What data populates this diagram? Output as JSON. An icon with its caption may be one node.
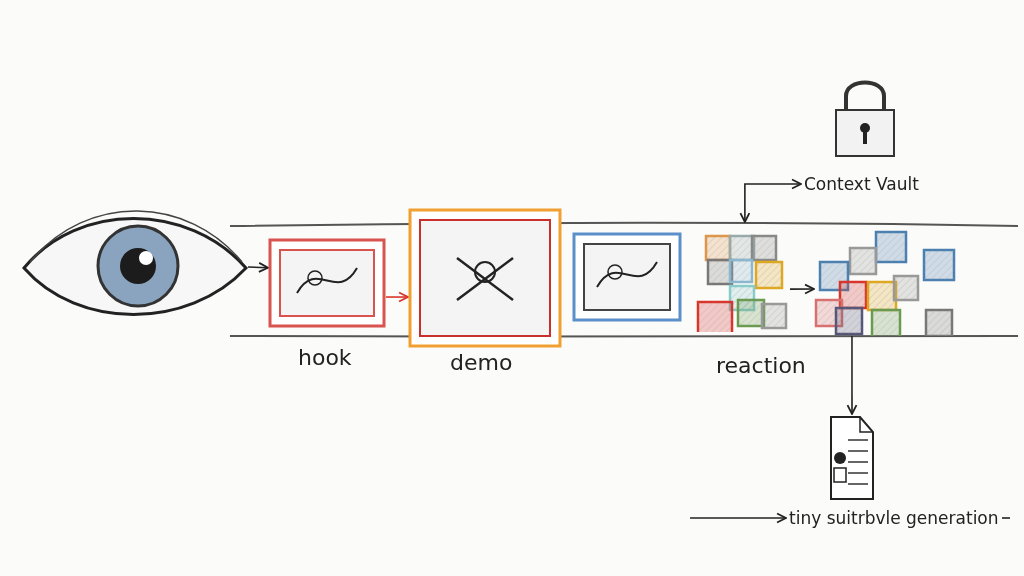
{
  "diagram": {
    "nodes": [
      {
        "text": [],
        "shape": "picture"
      },
      {
        "text": [],
        "shape": "picture",
        "beside": [
          "hook"
        ]
      },
      {
        "text": [],
        "shape": "picture",
        "beside": [
          "demo"
        ]
      },
      {
        "text": [],
        "shape": "picture"
      },
      {
        "text": [],
        "shape": "picture",
        "beside": [
          "reaction"
        ]
      },
      {
        "text": [],
        "shape": "picture"
      },
      {
        "text": [
          "Context Vault"
        ]
      },
      {
        "text": [],
        "shape": "picture"
      },
      {
        "text": [
          "tiny suitrbvle generation"
        ]
      }
    ],
    "edges": [
      {
        "from": 0,
        "to": 1,
        "arrow": "to"
      },
      {
        "from": 1,
        "to": 2,
        "arrow": "to",
        "color": "#d9342b"
      },
      {
        "from": 4,
        "to": 5,
        "arrow": "to"
      },
      {
        "from": 4,
        "to": 6,
        "arrow": "both"
      },
      {
        "from": 5,
        "to": 7,
        "arrow": "to"
      },
      {
        "from": null,
        "to": 8,
        "arrow": "to"
      },
      {
        "from": 8,
        "to": null,
        "arrow": "none"
      }
    ]
  }
}
